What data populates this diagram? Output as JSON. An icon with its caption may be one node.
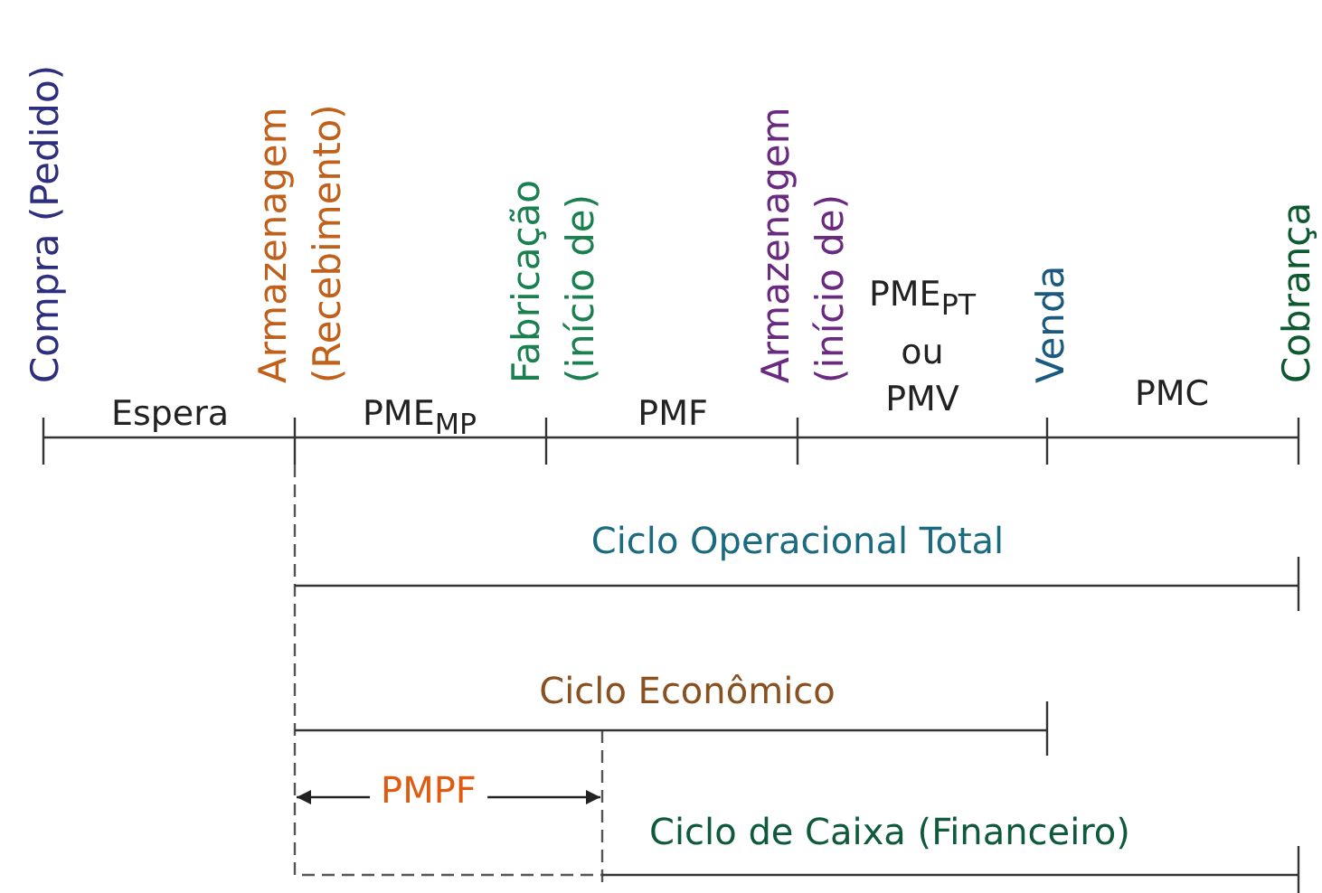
{
  "diagram": {
    "labels": [
      "Compra (Pedido)",
      "Armazenagem (Recebimento)",
      "Fabricação (início de)",
      "Armazenagem (início de)",
      "Venda",
      "Cobrança",
      "Espera",
      "PME$_{MP}$",
      "PMF",
      "PME$_{PT}$ ou PMV",
      "PMC",
      "Ciclo Operacional Total",
      "Ciclo Econômico",
      "PMPF",
      "Ciclo de Caixa (Financeiro)"
    ]
  }
}
